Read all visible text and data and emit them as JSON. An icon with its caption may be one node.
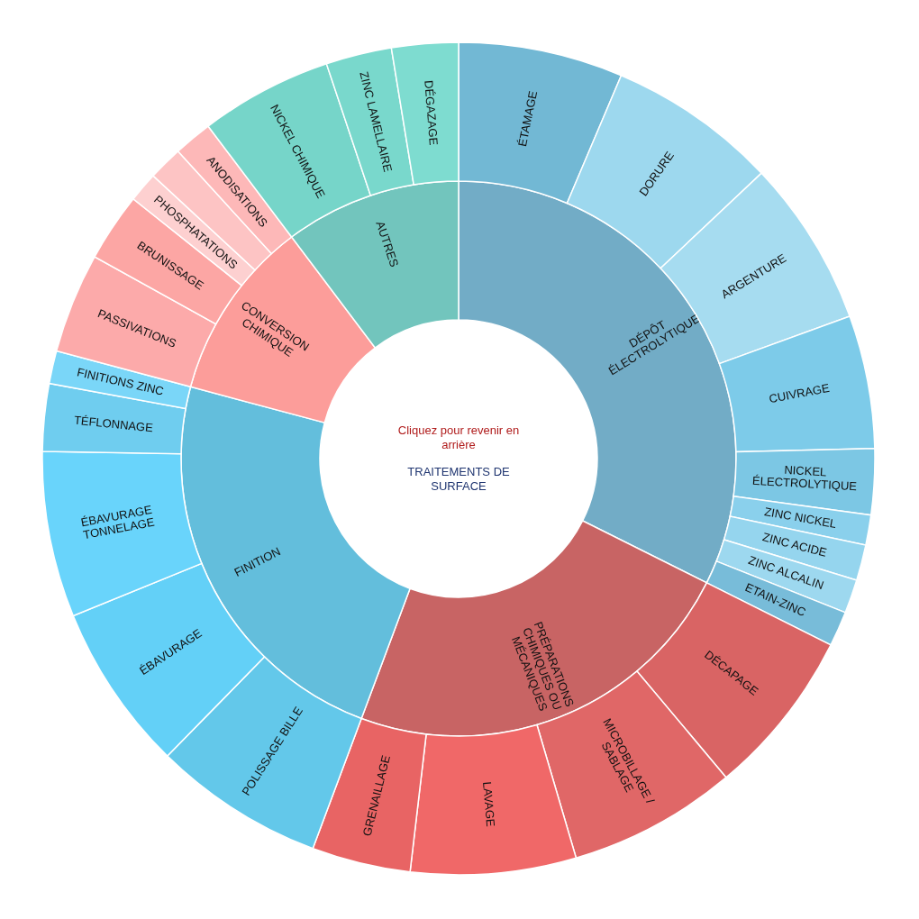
{
  "diagram": {
    "nodes": [
      {
        "text": [
          "Cliquez pour revenir en arrière",
          "TRAITEMENTS DE SURFACE"
        ]
      },
      {
        "text": [
          "DÉPÔT ÉLECTROLYTIQUE"
        ]
      },
      {
        "text": [
          "PRÉPARATIONS CHIMIQUES OU MÉCANIQUES"
        ]
      },
      {
        "text": [
          "FINITION"
        ]
      },
      {
        "text": [
          "CONVERSION CHIMIQUE"
        ]
      },
      {
        "text": [
          "AUTRES"
        ]
      },
      {
        "text": [
          "ÉTAMAGE"
        ]
      },
      {
        "text": [
          "DORURE"
        ]
      },
      {
        "text": [
          "ARGENTURE"
        ]
      },
      {
        "text": [
          "CUIVRAGE"
        ]
      },
      {
        "text": [
          "NICKEL ÉLECTROLYTIQUE"
        ]
      },
      {
        "text": [
          "ZINC NICKEL"
        ]
      },
      {
        "text": [
          "ZINC ACIDE"
        ]
      },
      {
        "text": [
          "ZINC ALCALIN"
        ]
      },
      {
        "text": [
          "ETAIN-ZINC"
        ]
      },
      {
        "text": [
          "DÉCAPAGE"
        ]
      },
      {
        "text": [
          "MICROBILLAGE / SABLAGE"
        ]
      },
      {
        "text": [
          "LAVAGE"
        ]
      },
      {
        "text": [
          "GRENAILLAGE"
        ]
      },
      {
        "text": [
          "POLISSAGE BILLE"
        ]
      },
      {
        "text": [
          "ÉBAVURAGE"
        ]
      },
      {
        "text": [
          "ÉBAVURAGE TONNELAGE"
        ]
      },
      {
        "text": [
          "TÉFLONNAGE"
        ]
      },
      {
        "text": [
          "FINITIONS ZINC"
        ]
      },
      {
        "text": [
          "PASSIVATIONS"
        ]
      },
      {
        "text": [
          "BRUNISSAGE"
        ]
      },
      {
        "text": [
          "PHOSPHATATIONS"
        ]
      },
      {
        "text": [],
        "shape": "segment"
      },
      {
        "text": [
          "ANODISATIONS"
        ]
      },
      {
        "text": [
          "NICKEL CHIMIQUE"
        ]
      },
      {
        "text": [
          "ZINC LAMELLAIRE"
        ]
      },
      {
        "text": [
          "DÉGAZAGE"
        ]
      }
    ]
  }
}
